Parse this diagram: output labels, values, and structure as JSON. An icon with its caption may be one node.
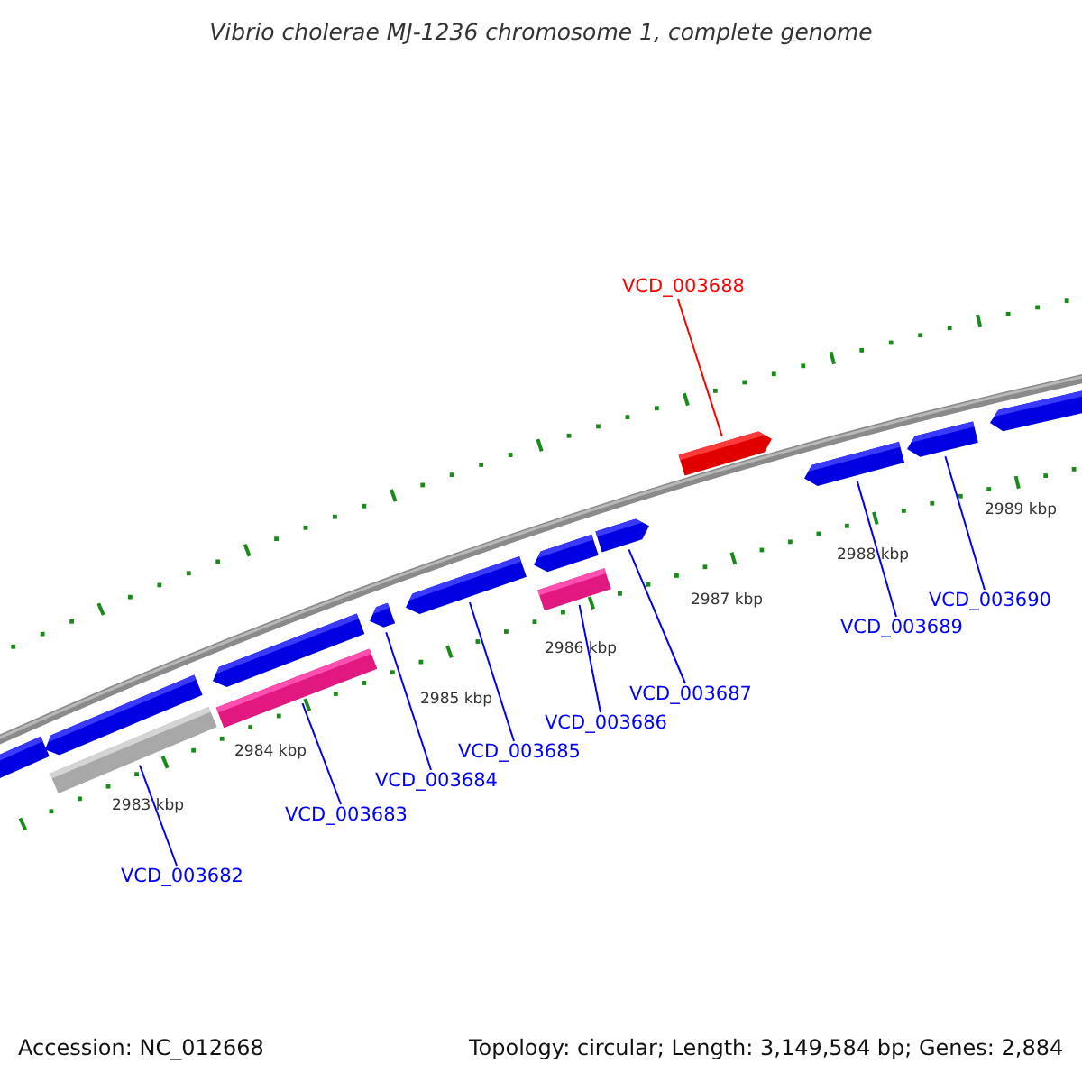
{
  "diagram": {
    "title": "Vibrio cholerae MJ-1236 chromosome 1, complete genome",
    "nodes": [
      {
        "text": [
          "VCD_003688"
        ]
      },
      {
        "text": [
          "VCD_003690"
        ]
      },
      {
        "text": [
          "VCD_003689"
        ]
      },
      {
        "text": [
          "VCD_003687"
        ]
      },
      {
        "text": [
          "VCD_003686"
        ]
      },
      {
        "text": [
          "VCD_003685"
        ]
      },
      {
        "text": [
          "VCD_003684"
        ]
      },
      {
        "text": [
          "VCD_003683"
        ]
      },
      {
        "text": [
          "VCD_003682"
        ]
      },
      {
        "text": [],
        "shape": "bar"
      },
      {
        "text": [],
        "shape": "bar"
      },
      {
        "text": [],
        "shape": "bar"
      },
      {
        "text": [],
        "shape": "bar"
      },
      {
        "text": [],
        "shape": "bar"
      },
      {
        "text": [],
        "shape": "bar"
      },
      {
        "text": [],
        "shape": "bar"
      },
      {
        "text": [],
        "shape": "bar"
      },
      {
        "text": [],
        "shape": "bar"
      },
      {
        "text": [],
        "shape": "bar"
      },
      {
        "text": [],
        "shape": "bar"
      },
      {
        "text": [],
        "shape": "bar"
      },
      {
        "text": [],
        "shape": "bar"
      },
      {
        "text": [],
        "shape": "bar"
      }
    ],
    "edges": [
      {
        "from": 0,
        "to": 15,
        "arrow": "none",
        "color": "#ff0000"
      },
      {
        "from": 1,
        "to": 17,
        "arrow": "none"
      },
      {
        "from": 2,
        "to": 16,
        "arrow": "none"
      },
      {
        "from": 3,
        "to": 14,
        "arrow": "none"
      },
      {
        "from": 4,
        "to": 13,
        "arrow": "none"
      },
      {
        "from": 5,
        "to": 12,
        "arrow": "none"
      },
      {
        "from": 6,
        "to": 11,
        "arrow": "none"
      },
      {
        "from": 7,
        "to": 10,
        "arrow": "none"
      },
      {
        "from": 8,
        "to": 9,
        "arrow": "none"
      }
    ],
    "labels": [
      "2989 kbp",
      "2988 kbp",
      "2987 kbp",
      "2986 kbp",
      "2985 kbp",
      "2984 kbp",
      "2983 kbp",
      "Accession: NC_012668",
      "Topology: circular; Length: 3,149,584 bp; Genes: 2,884"
    ]
  }
}
